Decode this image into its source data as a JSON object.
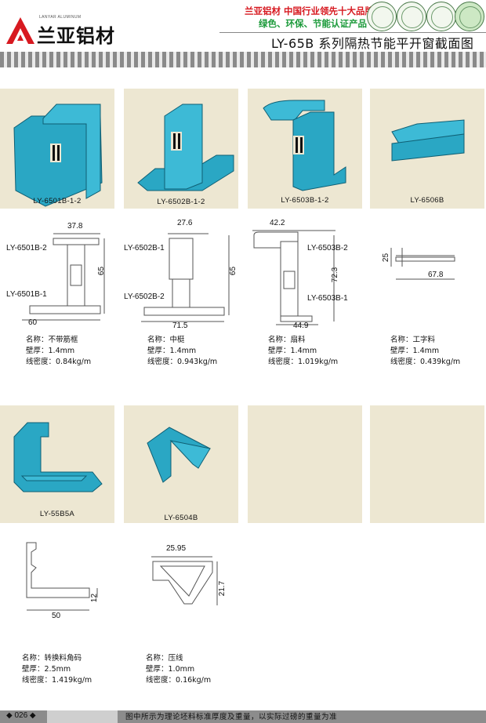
{
  "header": {
    "brand_en": "LANYAR ALUMINUM",
    "brand_cn": "兰亚铝材",
    "slogan_line1": "兰亚铝材  中国行业领先十大品牌",
    "slogan_line2": "绿色、环保、节能认证产品",
    "page_title": "LY-65B 系列隔热节能平开窗截面图"
  },
  "colors": {
    "profile": "#2aa7c4",
    "panel": "#ede7d2",
    "slogan_red": "#d71920",
    "slogan_green": "#1b9a3a"
  },
  "panels": [
    {
      "label": "LY-6501B-1-2"
    },
    {
      "label": "LY-6502B-1-2"
    },
    {
      "label": "LY-6503B-1-2"
    },
    {
      "label": "LY-6506B"
    },
    {
      "label": "LY-55B5A"
    },
    {
      "label": "LY-6504B"
    },
    {
      "label": ""
    },
    {
      "label": ""
    }
  ],
  "drawings": {
    "d1": {
      "width": "37.8",
      "bottom": "60",
      "height": "65",
      "top_part": "LY-6501B-2",
      "bottom_part": "LY-6501B-1"
    },
    "d2": {
      "width": "27.6",
      "bottom": "71.5",
      "height": "65",
      "top_part": "LY-6502B-1",
      "bottom_part": "LY-6502B-2"
    },
    "d3": {
      "width": "42.2",
      "bottom": "44.9",
      "height": "72.3",
      "top_part": "LY-6503B-2",
      "bottom_part": "LY-6503B-1"
    },
    "d4": {
      "height": "25",
      "width": "67.8"
    },
    "d5": {
      "height": "12",
      "width": "50"
    },
    "d6": {
      "width": "25.95",
      "height": "21.7"
    }
  },
  "specs": [
    {
      "name": "名称：不带筋框",
      "thickness": "壁厚：1.4mm",
      "density": "线密度：0.84kg/m"
    },
    {
      "name": "名称：中梃",
      "thickness": "壁厚：1.4mm",
      "density": "线密度：0.943kg/m"
    },
    {
      "name": "名称：扇料",
      "thickness": "壁厚：1.4mm",
      "density": "线密度：1.019kg/m"
    },
    {
      "name": "名称：工字料",
      "thickness": "壁厚：1.4mm",
      "density": "线密度：0.439kg/m"
    },
    {
      "name": "名称：转换料角码",
      "thickness": "壁厚：2.5mm",
      "density": "线密度：1.419kg/m"
    },
    {
      "name": "名称：压线",
      "thickness": "壁厚：1.0mm",
      "density": "线密度：0.16kg/m"
    }
  ],
  "footer": {
    "page_number": "◆ 026 ◆",
    "note": "图中所示为理论坯料标准厚度及重量，以实际过磅的重量为准"
  }
}
